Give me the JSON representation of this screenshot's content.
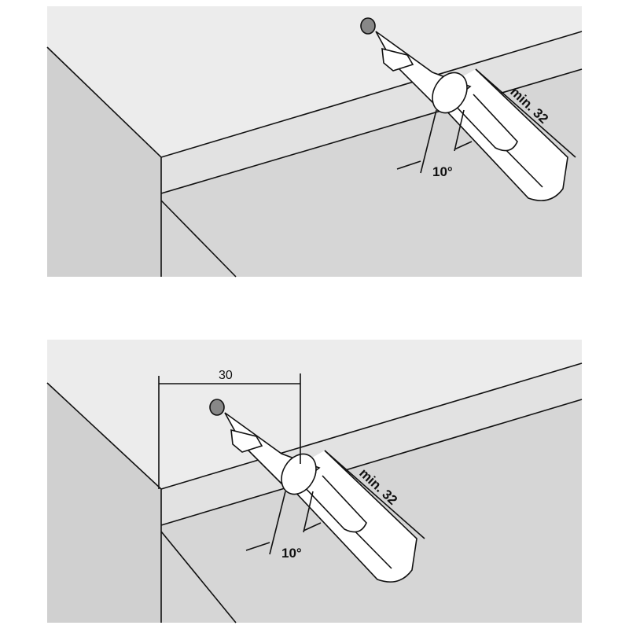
{
  "diagrams": [
    {
      "name": "dowel-top-view",
      "angle_label": "10°",
      "length_label": "min. 32"
    },
    {
      "name": "dowel-with-offset",
      "offset_label": "30",
      "angle_label": "10°",
      "length_label": "min. 32"
    }
  ],
  "colors": {
    "top_face": "#ececec",
    "front_band": "#e2e2e2",
    "side_face": "#d4d4d4",
    "line": "#111111"
  }
}
